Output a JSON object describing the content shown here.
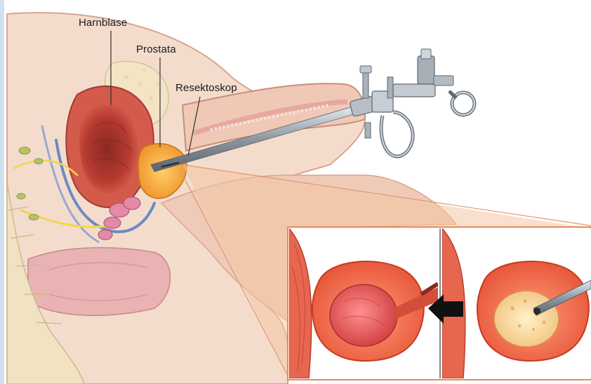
{
  "labels": {
    "bladder": "Harnblase",
    "prostate": "Prostata",
    "resectoscope": "Resektoskop"
  },
  "colors": {
    "skin": "#f2d6c6",
    "tissue_pink": "#e9a1a1",
    "bladder_red": "#c8453d",
    "prostate_orange": "#f0a23a",
    "instrument_gray": "#9aa4ad",
    "inset_red": "#e24a2c"
  },
  "icons": {
    "arrow": "left-arrow-icon"
  }
}
